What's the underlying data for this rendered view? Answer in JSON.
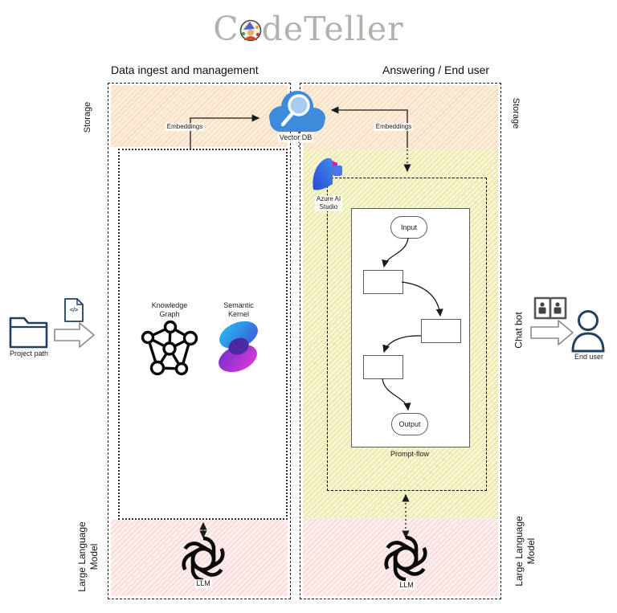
{
  "title": {
    "prefix": "C",
    "suffix": "deTeller"
  },
  "headers": {
    "left": "Data ingest and management",
    "right": "Answering / End user"
  },
  "side_labels": {
    "storage_left": "Storage",
    "storage_right": "Storage",
    "chat_bot": "Chat bot",
    "llm_left_line1": "Large Language",
    "llm_left_line2": "Model",
    "llm_right_line1": "Large Language",
    "llm_right_line2": "Model"
  },
  "nodes": {
    "vector_db": "Vector DB",
    "embeddings_left": "Embeddings",
    "embeddings_right": "Embeddings",
    "azure_line1": "Azure AI",
    "azure_line2": "Studio",
    "kg_line1": "Knowledge",
    "kg_line2": "Graph",
    "sk_line1": "Semantic",
    "sk_line2": "Kernel",
    "project_path": "Project path",
    "end_user": "End user",
    "llm_left": "LLM",
    "llm_right": "LLM",
    "code_glyph": "</>"
  },
  "prompt_flow": {
    "label": "Prompt-flow",
    "input": "Input",
    "output": "Output"
  },
  "colors": {
    "orange_base": "#fbeedd",
    "orange_stripe": "#f6dcba",
    "yellow_base": "#f6f5d4",
    "yellow_stripe": "#e9e7a4",
    "pink_base": "#fdf0ef",
    "pink_stripe": "#f8d8d5",
    "navy": "#22405c",
    "icon_gray": "#5f6368",
    "arrow_gray": "#8a8a8a",
    "cloud_blue": "#3e8bdb",
    "cloud_glass": "#a6cdf4",
    "title_gray": "#b3b1ae",
    "line_black": "#1a1a1a"
  }
}
